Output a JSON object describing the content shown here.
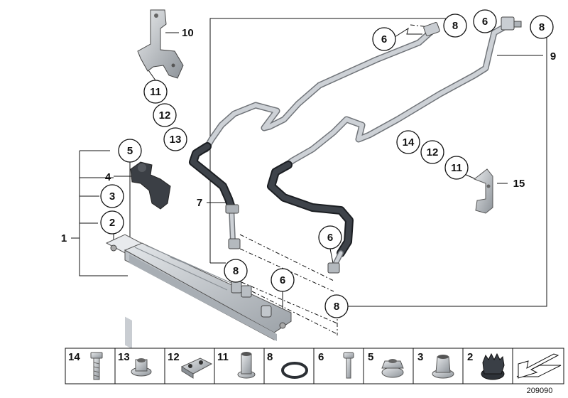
{
  "callouts": {
    "c10": "10",
    "c11a": "11",
    "c12a": "12",
    "c13": "13",
    "c5a": "5",
    "c4": "4",
    "c3a": "3",
    "c2a": "2",
    "c1": "1",
    "c7": "7",
    "c8a": "8",
    "c6a": "6",
    "c8b": "8",
    "c6b": "6",
    "c8c": "8",
    "c6c": "6",
    "c8d": "8",
    "c6d": "6",
    "c9": "9",
    "c14a": "14",
    "c12b": "12",
    "c11b": "11",
    "c15": "15"
  },
  "legend": {
    "items": [
      {
        "number": "14",
        "part": "hex-bolt"
      },
      {
        "number": "13",
        "part": "flange-nut"
      },
      {
        "number": "12",
        "part": "clip-bracket"
      },
      {
        "number": "11",
        "part": "spacer-sleeve"
      },
      {
        "number": "8",
        "part": "o-ring"
      },
      {
        "number": "6",
        "part": "screw"
      },
      {
        "number": "5",
        "part": "hex-collar-nut"
      },
      {
        "number": "3",
        "part": "grommet"
      },
      {
        "number": "2",
        "part": "rubber-mount"
      },
      {
        "number": "",
        "part": "arrow-symbol"
      }
    ]
  },
  "reference_number": "209090",
  "colors": {
    "hose_black": "#2e3238",
    "pipe_silver": "#c4c8cd",
    "cooler_silver": "#cfd3d8",
    "line": "#111111"
  }
}
